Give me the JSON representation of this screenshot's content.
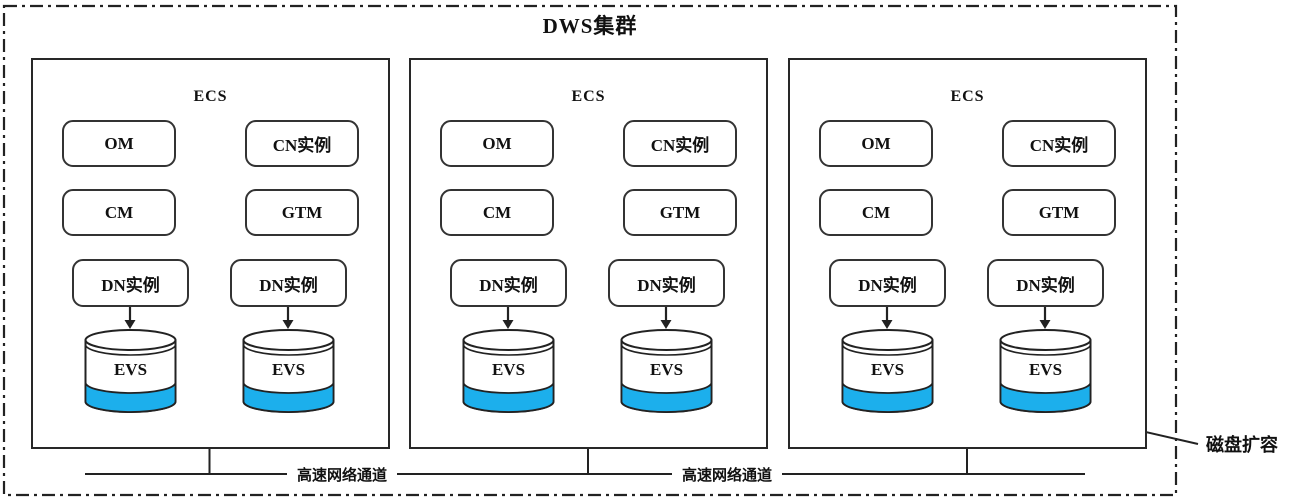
{
  "title": "DWS集群",
  "nodes": [
    {
      "title": "ECS",
      "boxes": {
        "om": "OM",
        "cn": "CN实例",
        "cm": "CM",
        "gtm": "GTM",
        "dn1": "DN实例",
        "dn2": "DN实例"
      },
      "disks": {
        "evs1": "EVS",
        "evs2": "EVS"
      }
    },
    {
      "title": "ECS",
      "boxes": {
        "om": "OM",
        "cn": "CN实例",
        "cm": "CM",
        "gtm": "GTM",
        "dn1": "DN实例",
        "dn2": "DN实例"
      },
      "disks": {
        "evs1": "EVS",
        "evs2": "EVS"
      }
    },
    {
      "title": "ECS",
      "boxes": {
        "om": "OM",
        "cn": "CN实例",
        "cm": "CM",
        "gtm": "GTM",
        "dn1": "DN实例",
        "dn2": "DN实例"
      },
      "disks": {
        "evs1": "EVS",
        "evs2": "EVS"
      }
    }
  ],
  "network": {
    "labels": [
      "高速网络通道",
      "高速网络通道"
    ]
  },
  "annotation": {
    "label": "磁盘扩容"
  },
  "colors": {
    "disk_fill": "#1CAFEC",
    "line": "#222222"
  }
}
